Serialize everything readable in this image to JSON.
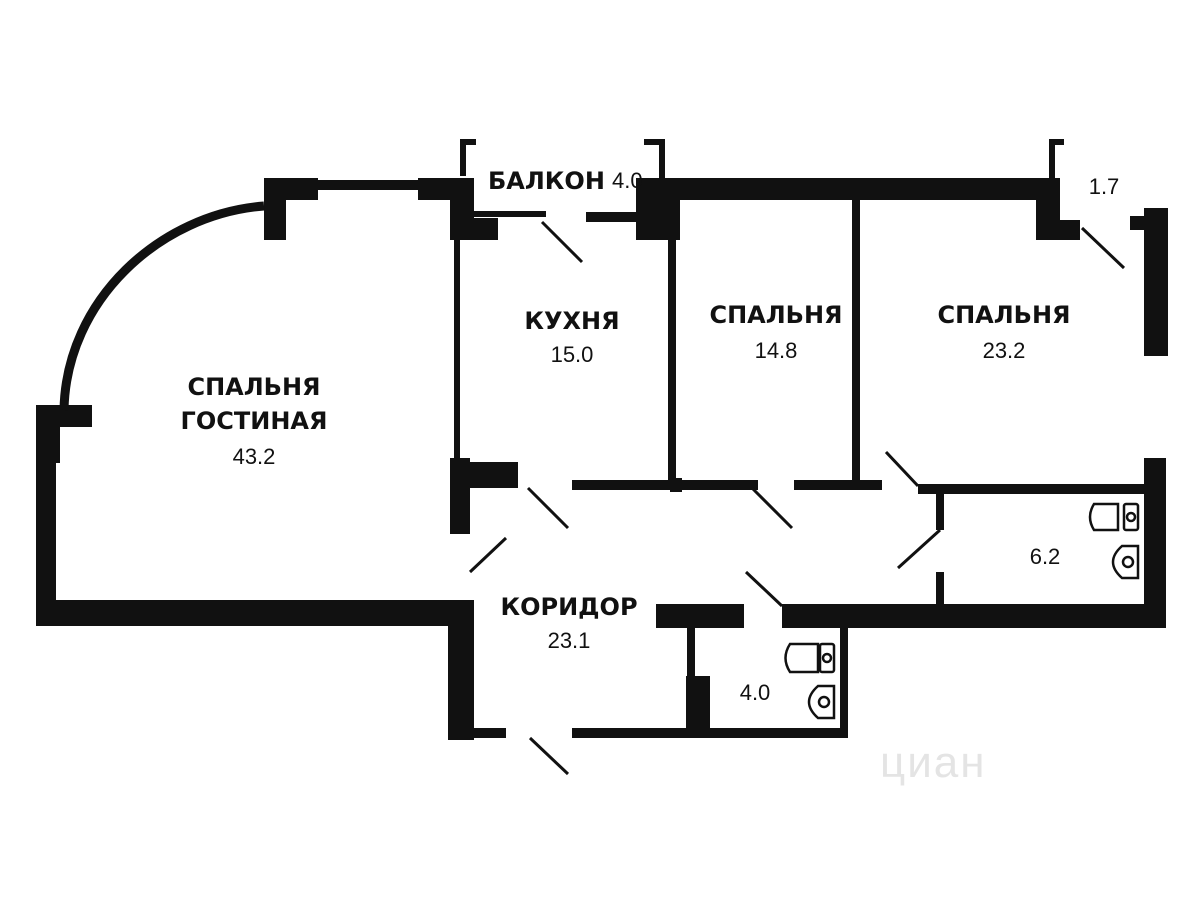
{
  "rooms": {
    "living": {
      "name_line1": "СПАЛЬНЯ",
      "name_line2": "ГОСТИНАЯ",
      "area": "43.2"
    },
    "kitchen": {
      "name": "КУХНЯ",
      "area": "15.0"
    },
    "bedroom1": {
      "name": "СПАЛЬНЯ",
      "area": "14.8"
    },
    "bedroom2": {
      "name": "СПАЛЬНЯ",
      "area": "23.2"
    },
    "balcony": {
      "name": "БАЛКОН",
      "area": "4.0"
    },
    "loggia": {
      "area": "1.7"
    },
    "corridor": {
      "name": "КОРИДОР",
      "area": "23.1"
    },
    "bath_large": {
      "area": "6.2"
    },
    "bath_small": {
      "area": "4.0"
    }
  },
  "watermark": "циан",
  "colors": {
    "wall": "#111111",
    "background": "#ffffff",
    "watermark": "#e4e4e4"
  }
}
